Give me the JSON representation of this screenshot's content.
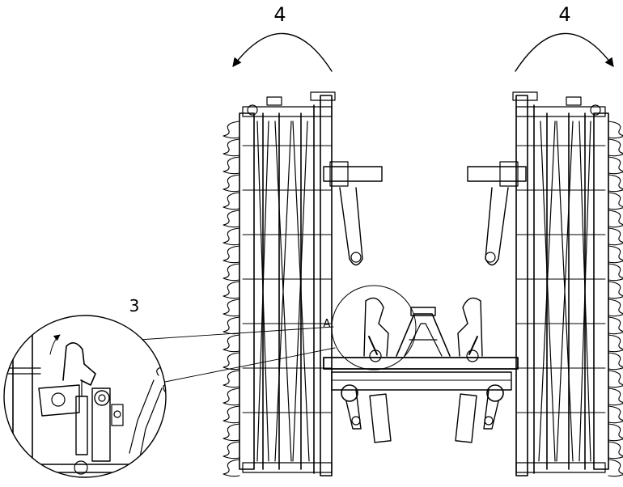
{
  "callouts": {
    "rotate_left": "4",
    "rotate_right": "4",
    "detail": "3",
    "detail_letter": "A"
  }
}
